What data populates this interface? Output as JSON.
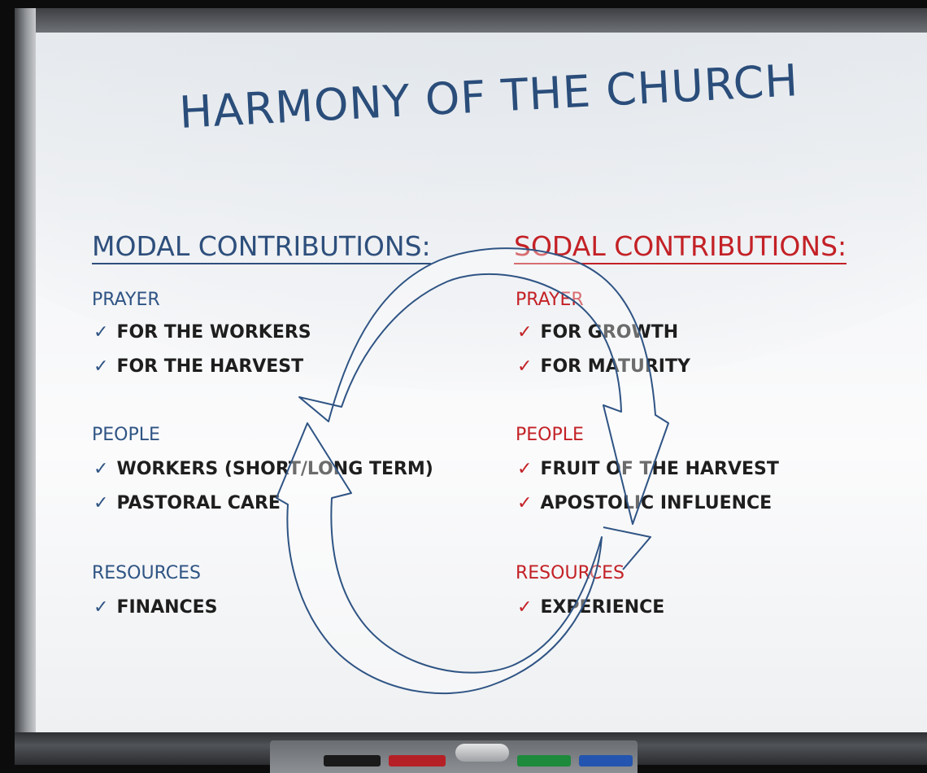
{
  "title": "HARMONY OF THE CHURCH",
  "columns": {
    "modal": {
      "heading": "MODAL CONTRIBUTIONS:",
      "color": "#2f5484",
      "sections": [
        {
          "label": "PRAYER",
          "items": [
            "FOR THE WORKERS",
            "FOR THE HARVEST"
          ]
        },
        {
          "label": "PEOPLE",
          "items": [
            "WORKERS (SHORT/LONG TERM)",
            "PASTORAL CARE"
          ]
        },
        {
          "label": "RESOURCES",
          "items": [
            "FINANCES"
          ]
        }
      ]
    },
    "sodal": {
      "heading": "SODAL CONTRIBUTIONS:",
      "color": "#c32126",
      "sections": [
        {
          "label": "PRAYER",
          "items": [
            "FOR GROWTH",
            "FOR MATURITY"
          ]
        },
        {
          "label": "PEOPLE",
          "items": [
            "FRUIT OF THE HARVEST",
            "APOSTOLIC INFLUENCE"
          ]
        },
        {
          "label": "RESOURCES",
          "items": [
            "EXPERIENCE"
          ]
        }
      ]
    }
  },
  "check_mark": "✓",
  "colors": {
    "title": "#2a4d7a",
    "arrows": "#2f5484",
    "item_text": "#1e1e1e"
  },
  "markers": [
    "black-marker",
    "red-marker",
    "eraser",
    "green-marker",
    "blue-marker"
  ]
}
